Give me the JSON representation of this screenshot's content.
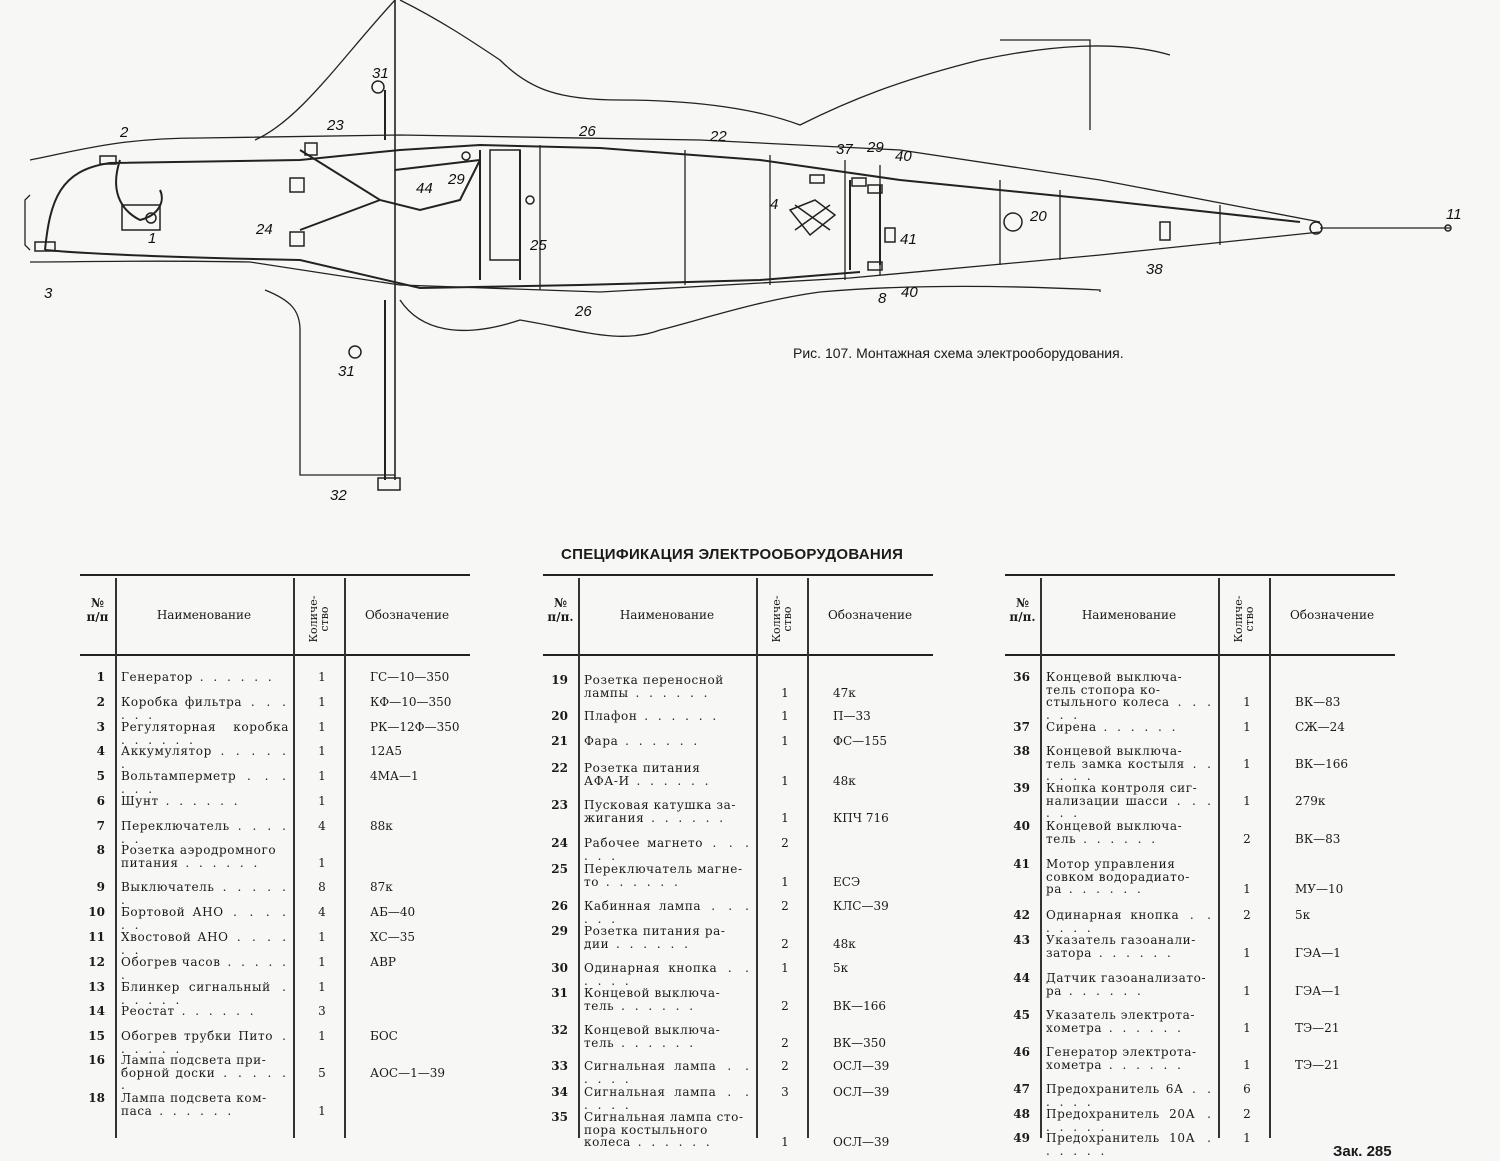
{
  "figure": {
    "caption": "Рис. 107. Монтажная схема электрооборудования.",
    "callouts": [
      "2",
      "23",
      "31",
      "26",
      "22",
      "37",
      "29",
      "40",
      "1",
      "24",
      "44",
      "29",
      "25",
      "4",
      "20",
      "41",
      "38",
      "11",
      "3",
      "26",
      "8",
      "40",
      "31",
      "32"
    ]
  },
  "spec": {
    "title": "СПЕЦИФИКАЦИЯ ЭЛЕКТРООБОРУДОВАНИЯ",
    "tables": [
      {
        "headers": {
          "num": "№\nп/п",
          "name": "Наименование",
          "qty": "Количе-\nство",
          "code": "Обозначение"
        },
        "rows": [
          {
            "n": "1",
            "name": "Генератор",
            "qty": "1",
            "code": "ГС—10—350"
          },
          {
            "n": "2",
            "name": "Коробка фильтра",
            "qty": "1",
            "code": "КФ—10—350"
          },
          {
            "n": "3",
            "name": "Регуляторная коробка",
            "qty": "1",
            "code": "РК—12Ф—350"
          },
          {
            "n": "4",
            "name": "Аккумулятор",
            "qty": "1",
            "code": "12А5"
          },
          {
            "n": "5",
            "name": "Вольтамперметр",
            "qty": "1",
            "code": "4МА—1"
          },
          {
            "n": "6",
            "name": "Шунт",
            "qty": "1",
            "code": ""
          },
          {
            "n": "7",
            "name": "Переключатель",
            "qty": "4",
            "code": "88к"
          },
          {
            "n": "8",
            "name": "Розетка аэродромного\nпитания",
            "qty": "1",
            "code": ""
          },
          {
            "n": "9",
            "name": "Выключатель",
            "qty": "8",
            "code": "87к"
          },
          {
            "n": "10",
            "name": "Бортовой АНО",
            "qty": "4",
            "code": "АБ—40"
          },
          {
            "n": "11",
            "name": "Хвостовой АНО",
            "qty": "1",
            "code": "ХС—35"
          },
          {
            "n": "12",
            "name": "Обогрев часов",
            "qty": "1",
            "code": "АВР"
          },
          {
            "n": "13",
            "name": "Блинкер сигнальный",
            "qty": "1",
            "code": ""
          },
          {
            "n": "14",
            "name": "Реостат",
            "qty": "3",
            "code": ""
          },
          {
            "n": "15",
            "name": "Обогрев трубки Пито",
            "qty": "1",
            "code": "БОС"
          },
          {
            "n": "16",
            "name": "Лампа подсвета при-\nборной доски",
            "qty": "5",
            "code": "АОС—1—39"
          },
          {
            "n": "18",
            "name": "Лампа подсвета ком-\nпаса",
            "qty": "1",
            "code": ""
          }
        ]
      },
      {
        "headers": {
          "num": "№\nп/п.",
          "name": "Наименование",
          "qty": "Количе-\nство",
          "code": "Обозначение"
        },
        "rows": [
          {
            "n": "19",
            "name": "Розетка переносной\nлампы",
            "qty": "1",
            "code": "47к"
          },
          {
            "n": "20",
            "name": "Плафон",
            "qty": "1",
            "code": "П—33"
          },
          {
            "n": "21",
            "name": "Фара",
            "qty": "1",
            "code": "ФС—155"
          },
          {
            "n": "22",
            "name": "Розетка питания\nАФА-И",
            "qty": "1",
            "code": "48к"
          },
          {
            "n": "23",
            "name": "Пусковая катушка за-\nжигания",
            "qty": "1",
            "code": "КПЧ 716"
          },
          {
            "n": "24",
            "name": "Рабочее магнето",
            "qty": "2",
            "code": ""
          },
          {
            "n": "25",
            "name": "Переключатель магне-\nто",
            "qty": "1",
            "code": "ЕСЭ"
          },
          {
            "n": "26",
            "name": "Кабинная лампа",
            "qty": "2",
            "code": "КЛС—39"
          },
          {
            "n": "29",
            "name": "Розетка питания ра-\nдии",
            "qty": "2",
            "code": "48к"
          },
          {
            "n": "30",
            "name": "Одинарная кнопка",
            "qty": "1",
            "code": "5к"
          },
          {
            "n": "31",
            "name": "Концевой выключа-\nтель",
            "qty": "2",
            "code": "ВК—166"
          },
          {
            "n": "32",
            "name": "Концевой выключа-\nтель",
            "qty": "2",
            "code": "ВК—350"
          },
          {
            "n": "33",
            "name": "Сигнальная лампа",
            "qty": "2",
            "code": "ОСЛ—39"
          },
          {
            "n": "34",
            "name": "Сигнальная лампа",
            "qty": "3",
            "code": "ОСЛ—39"
          },
          {
            "n": "35",
            "name": "Сигнальная лампа сто-\nпора костыльного\nколеса",
            "qty": "1",
            "code": "ОСЛ—39"
          }
        ]
      },
      {
        "headers": {
          "num": "№\nп/п.",
          "name": "Наименование",
          "qty": "Количе-\nство",
          "code": "Обозначение"
        },
        "rows": [
          {
            "n": "36",
            "name": "Концевой выключа-\nтель стопора ко-\nстыльного колеса",
            "qty": "1",
            "code": "ВК—83"
          },
          {
            "n": "37",
            "name": "Сирена",
            "qty": "1",
            "code": "СЖ—24"
          },
          {
            "n": "38",
            "name": "Концевой выключа-\nтель замка костыля",
            "qty": "1",
            "code": "ВК—166"
          },
          {
            "n": "39",
            "name": "Кнопка контроля сиг-\nнализации шасси",
            "qty": "1",
            "code": "279к"
          },
          {
            "n": "40",
            "name": "Концевой выключа-\nтель",
            "qty": "2",
            "code": "ВК—83"
          },
          {
            "n": "41",
            "name": "Мотор управления\nсовком водорадиато-\nра",
            "qty": "1",
            "code": "МУ—10"
          },
          {
            "n": "42",
            "name": "Одинарная кнопка",
            "qty": "2",
            "code": "5к"
          },
          {
            "n": "43",
            "name": "Указатель газоанали-\nзатора",
            "qty": "1",
            "code": "ГЭА—1"
          },
          {
            "n": "44",
            "name": "Датчик газоанализато-\nра",
            "qty": "1",
            "code": "ГЭА—1"
          },
          {
            "n": "45",
            "name": "Указатель электрота-\nхометра",
            "qty": "1",
            "code": "ТЭ—21"
          },
          {
            "n": "46",
            "name": "Генератор электрота-\nхометра",
            "qty": "1",
            "code": "ТЭ—21"
          },
          {
            "n": "47",
            "name": "Предохранитель 6А",
            "qty": "6",
            "code": ""
          },
          {
            "n": "48",
            "name": "Предохранитель 20А",
            "qty": "2",
            "code": ""
          },
          {
            "n": "49",
            "name": "Предохранитель 10А",
            "qty": "1",
            "code": ""
          }
        ]
      }
    ]
  },
  "footer": {
    "order": "Зак. 285"
  }
}
